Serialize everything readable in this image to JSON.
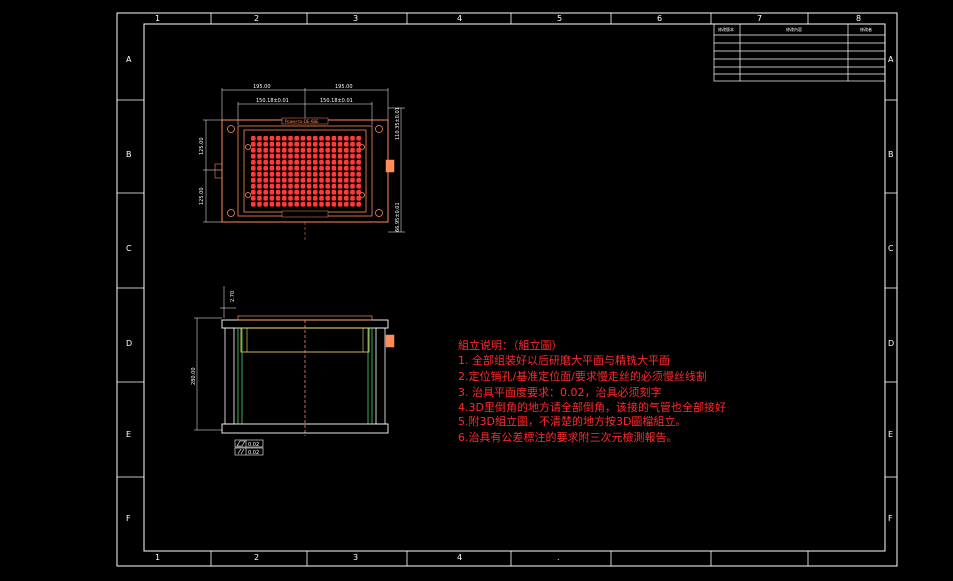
{
  "drawing": {
    "columns_top": [
      "1",
      "2",
      "3",
      "4",
      "5",
      "6",
      "7",
      "8"
    ],
    "columns_bottom": [
      "1",
      "2",
      "3",
      "4",
      ".",
      "",
      "",
      ""
    ],
    "rows": [
      "A",
      "B",
      "C",
      "D",
      "E",
      "F"
    ]
  },
  "title_block": {
    "headers": [
      "修改版本",
      "修改內容",
      "修改者"
    ]
  },
  "top_view": {
    "dim_left": "195.00",
    "dim_right": "195.00",
    "dim_sub_left": "150.18±0.01",
    "dim_sub_right": "150.18±0.01",
    "dim_height_upper": "125.00",
    "dim_height_lower": "125.00",
    "dim_right_upper": "110.35±0.01",
    "dim_right_lower": "66.95±0.01",
    "label_plate": "Power-to-DE-6BE"
  },
  "side_view": {
    "dim_top": "2.70",
    "dim_height": "280.00",
    "tol_flatness": "0.02",
    "tol_parallel": "0.02"
  },
  "notes": {
    "title": "組立说明：（組立圖）",
    "lines": [
      "1. 全部组装好以后研磨大平面与精铣大平面",
      "2.定位销孔/基准定位面/要求慢走丝的必须慢丝线割",
      "3. 治具平面度要求：0.02，治具必须刻字",
      "4.3D里倒角的地方请全部倒角，该接的气管也全部接好",
      "5.附3D組立圖，不清楚的地方按3D圖檔組立。",
      "6.治具有公差標注的要求附三次元檢測報告。"
    ]
  },
  "colors": {
    "background": "#000000",
    "frame": "#ffffff",
    "part_outline": "#ff8c5a",
    "hole_fill": "#ff3a3a",
    "side_green": "#4cd964",
    "side_yellow": "#ffe066",
    "notes": "#ff2a2a"
  }
}
